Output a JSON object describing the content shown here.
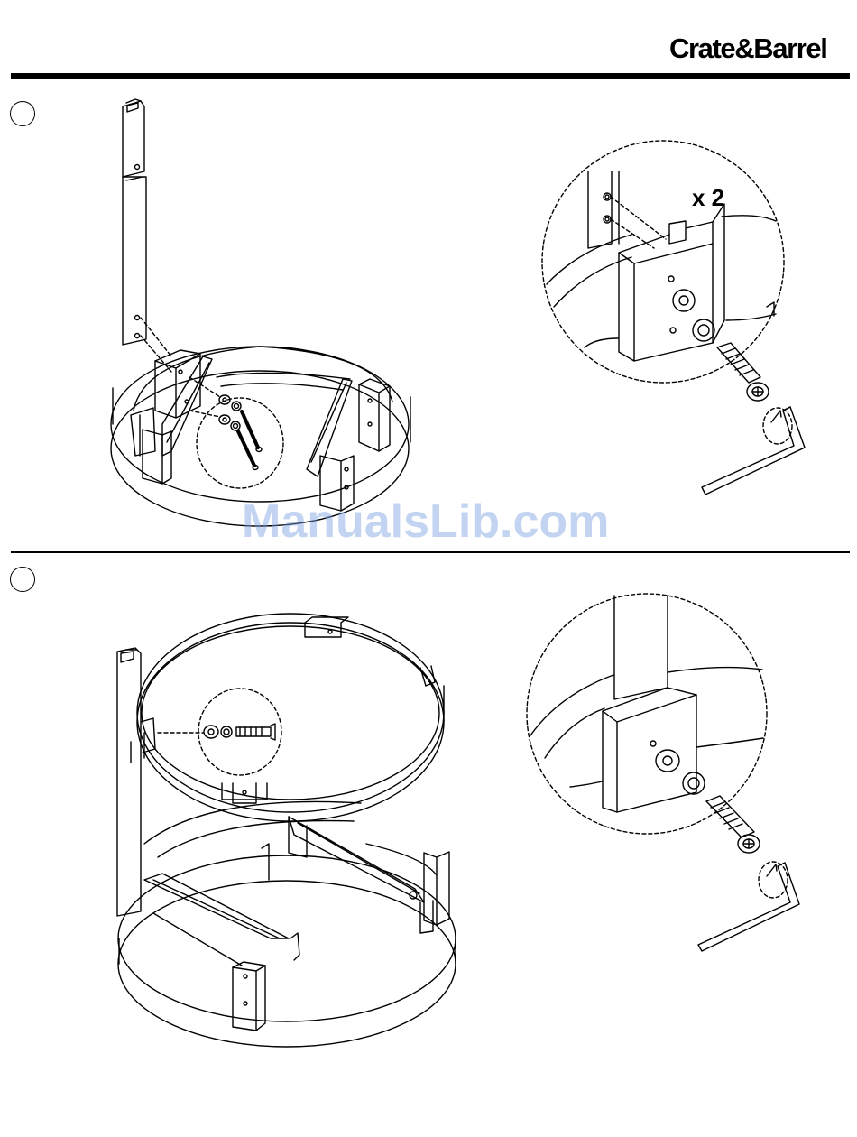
{
  "header": {
    "brand": "Crate&Barrel"
  },
  "steps": [
    {
      "number": "",
      "callout_quantity": "x 2"
    },
    {
      "number": ""
    }
  ],
  "watermark": "ManualsLib.com",
  "colors": {
    "ink": "#000000",
    "paper": "#ffffff",
    "watermark": "#78a0e1"
  }
}
